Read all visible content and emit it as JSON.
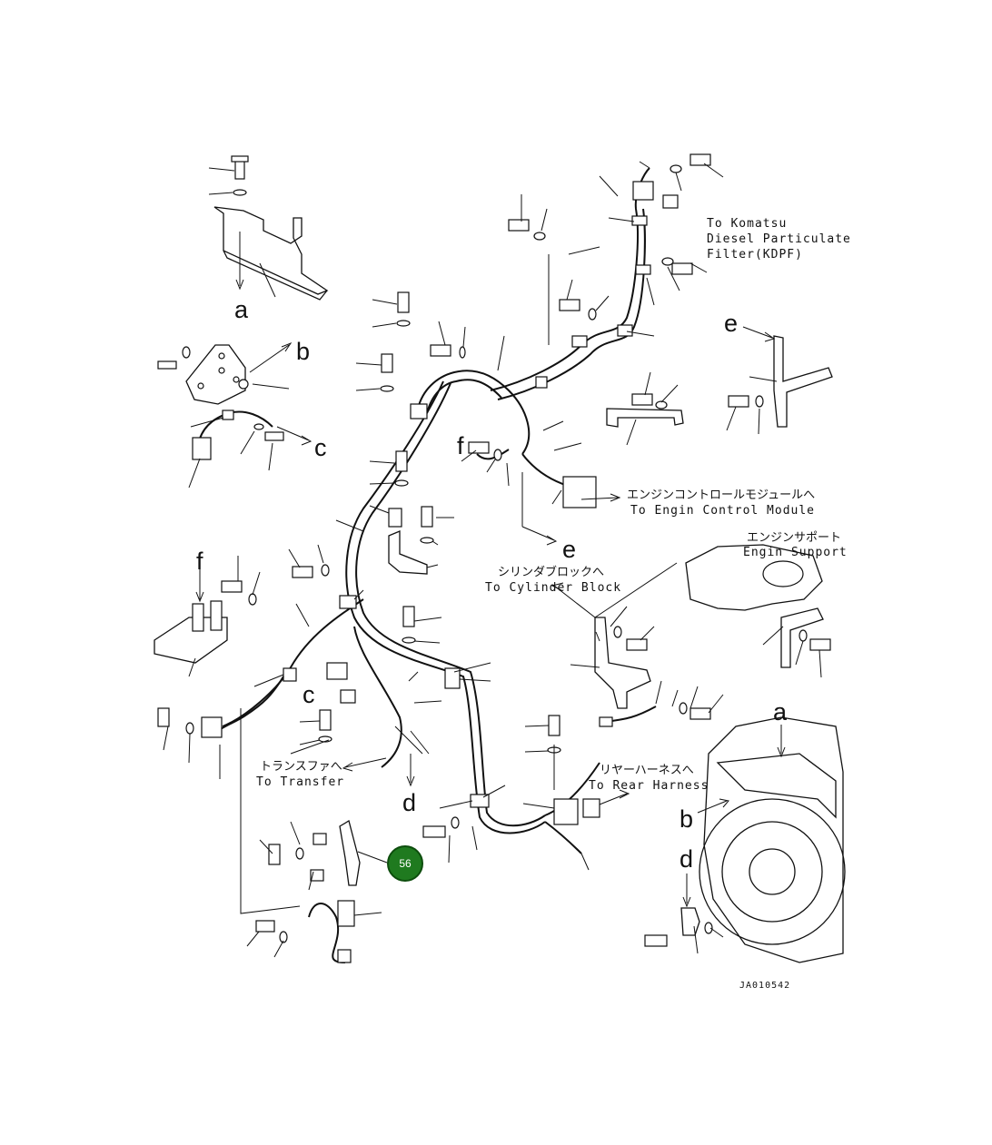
{
  "labels": {
    "to_kdpf_1": "To Komatsu",
    "to_kdpf_2": "Diesel Particulate",
    "to_kdpf_3": "Filter(KDPF)",
    "ecm_jp": "エンジンコントロールモジュールへ",
    "ecm_en": "To Engin Control Module",
    "support_jp": "エンジンサポート",
    "support_en": "Engin Support",
    "cyl_jp": "シリンダブロックへ",
    "cyl_en": "To Cylinder Block",
    "transfer_jp": "トランスファへ",
    "transfer_en": "To Transfer",
    "rear_jp": "リヤーハーネスへ",
    "rear_en": "To Rear Harness",
    "drawing_no": "JA010542"
  },
  "refs": {
    "a1": "a",
    "b1": "b",
    "c1": "c",
    "e1": "e",
    "f1": "f",
    "f2": "f",
    "e2": "e",
    "c2": "c",
    "d1": "d",
    "a2": "a",
    "b2": "b",
    "d2": "d"
  },
  "badge": {
    "number": "56",
    "color": "#1f7a1f"
  }
}
